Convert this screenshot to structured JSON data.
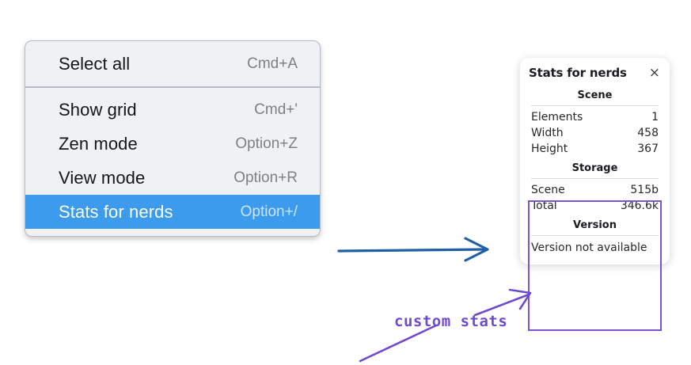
{
  "context_menu": {
    "name": "canvas-context-menu",
    "groups": [
      {
        "items": [
          {
            "label": "Select all",
            "shortcut": "Cmd+A",
            "selected": false
          }
        ]
      },
      {
        "items": [
          {
            "label": "Show grid",
            "shortcut": "Cmd+'",
            "selected": false
          },
          {
            "label": "Zen mode",
            "shortcut": "Option+Z",
            "selected": false
          },
          {
            "label": "View mode",
            "shortcut": "Option+R",
            "selected": false
          },
          {
            "label": "Stats for nerds",
            "shortcut": "Option+/",
            "selected": true
          }
        ]
      }
    ],
    "highlight_color": "#3c9bec"
  },
  "stats_panel": {
    "title": "Stats for nerds",
    "close_icon": "close-icon",
    "close_glyph": "×",
    "sections": [
      {
        "heading": "Scene",
        "rows": [
          {
            "key": "Elements",
            "value": "1"
          },
          {
            "key": "Width",
            "value": "458"
          },
          {
            "key": "Height",
            "value": "367"
          }
        ]
      },
      {
        "heading": "Storage",
        "rows": [
          {
            "key": "Scene",
            "value": "515b"
          },
          {
            "key": "Total",
            "value": "346.6k"
          }
        ]
      },
      {
        "heading": "Version",
        "note": "Version not available"
      }
    ]
  },
  "annotations": {
    "blue_arrow_color": "#1f5fa5",
    "purple_color": "#6f4ad0",
    "handwritten_label": "custom stats",
    "highlight_box_label": "custom-stats-highlight"
  }
}
